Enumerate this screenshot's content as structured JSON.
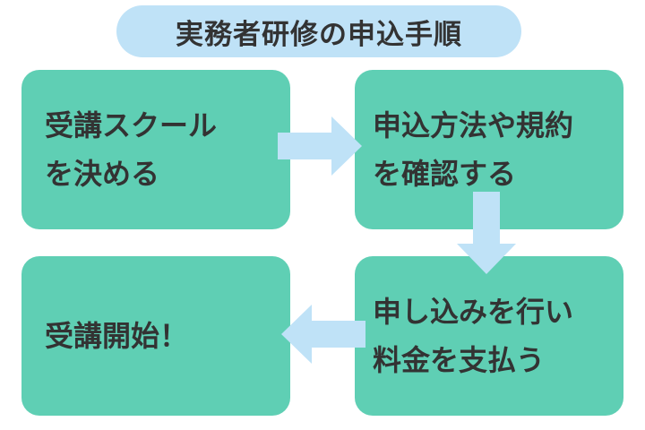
{
  "title": "実務者研修の申込手順",
  "colors": {
    "title_bg": "#bfe2f7",
    "box_bg": "#5fcfb4",
    "arrow": "#bfe2f7",
    "text": "#333333"
  },
  "steps": [
    {
      "line1": "受講スクール",
      "line2": "を決める"
    },
    {
      "line1": "申込方法や規約",
      "line2": "を確認する"
    },
    {
      "line1": "申し込みを行い",
      "line2": "料金を支払う"
    },
    {
      "line1": "受講開始！",
      "line2": ""
    }
  ],
  "arrows": [
    {
      "from": "step1",
      "to": "step2",
      "direction": "right"
    },
    {
      "from": "step2",
      "to": "step3",
      "direction": "down"
    },
    {
      "from": "step3",
      "to": "step4",
      "direction": "left"
    }
  ]
}
